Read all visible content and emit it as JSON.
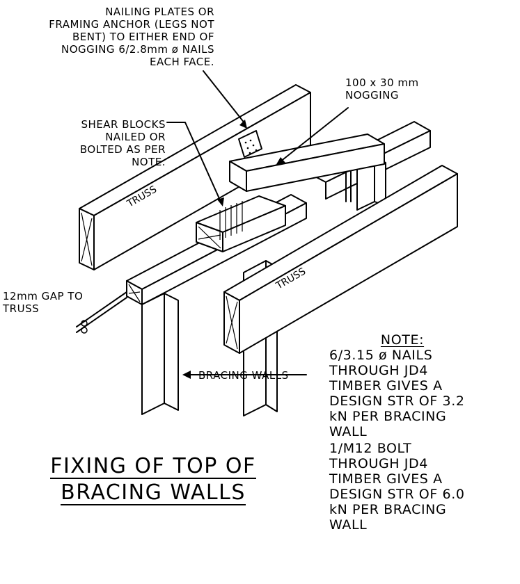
{
  "labels": {
    "nailing_plates": [
      "NAILING PLATES OR",
      "FRAMING ANCHOR (LEGS NOT",
      "BENT) TO EITHER END OF",
      "NOGGING 6/2.8mm ø NAILS",
      "EACH FACE."
    ],
    "nogging": [
      "100 x 30 mm",
      "NOGGING"
    ],
    "shear_blocks": [
      "SHEAR BLOCKS",
      "NAILED OR",
      "BOLTED AS PER",
      "NOTE."
    ],
    "truss_left": "TRUSS",
    "truss_right": "TRUSS",
    "gap": [
      "12mm GAP TO",
      "TRUSS"
    ],
    "bracing_walls": "BRACING WALLS"
  },
  "title": [
    "FIXING OF TOP OF",
    "BRACING WALLS"
  ],
  "note": {
    "heading": "NOTE:",
    "nail_text": [
      "6/3.15 ø NAILS",
      "THROUGH  JD4",
      "TIMBER GIVES A",
      "DESIGN STR OF 3.2",
      "kN PER BRACING",
      "WALL"
    ],
    "bolt_text": [
      "1/M12 BOLT",
      "THROUGH JD4",
      "TIMBER GIVES A",
      "DESIGN STR OF 6.0",
      "kN PER BRACING",
      "WALL"
    ]
  }
}
